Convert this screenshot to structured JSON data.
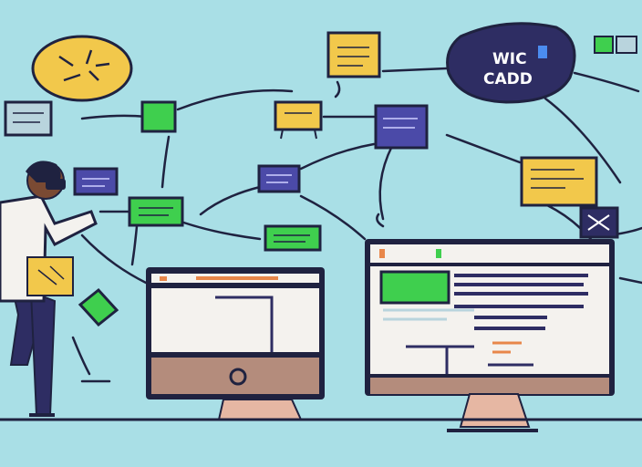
{
  "bubble_text": [
    "WIC",
    "CADD"
  ],
  "colors": {
    "background": "#a9dfe6",
    "ink": "#1f2240",
    "yellow": "#f2c84b",
    "green": "#3fcf4e",
    "purple": "#4b4aa8",
    "navy": "#2e2d63",
    "brown": "#b48c7c",
    "orange": "#e8874a"
  },
  "icons": [
    "person-illustration",
    "desktop-monitor",
    "speech-bubble",
    "sticky-note"
  ]
}
